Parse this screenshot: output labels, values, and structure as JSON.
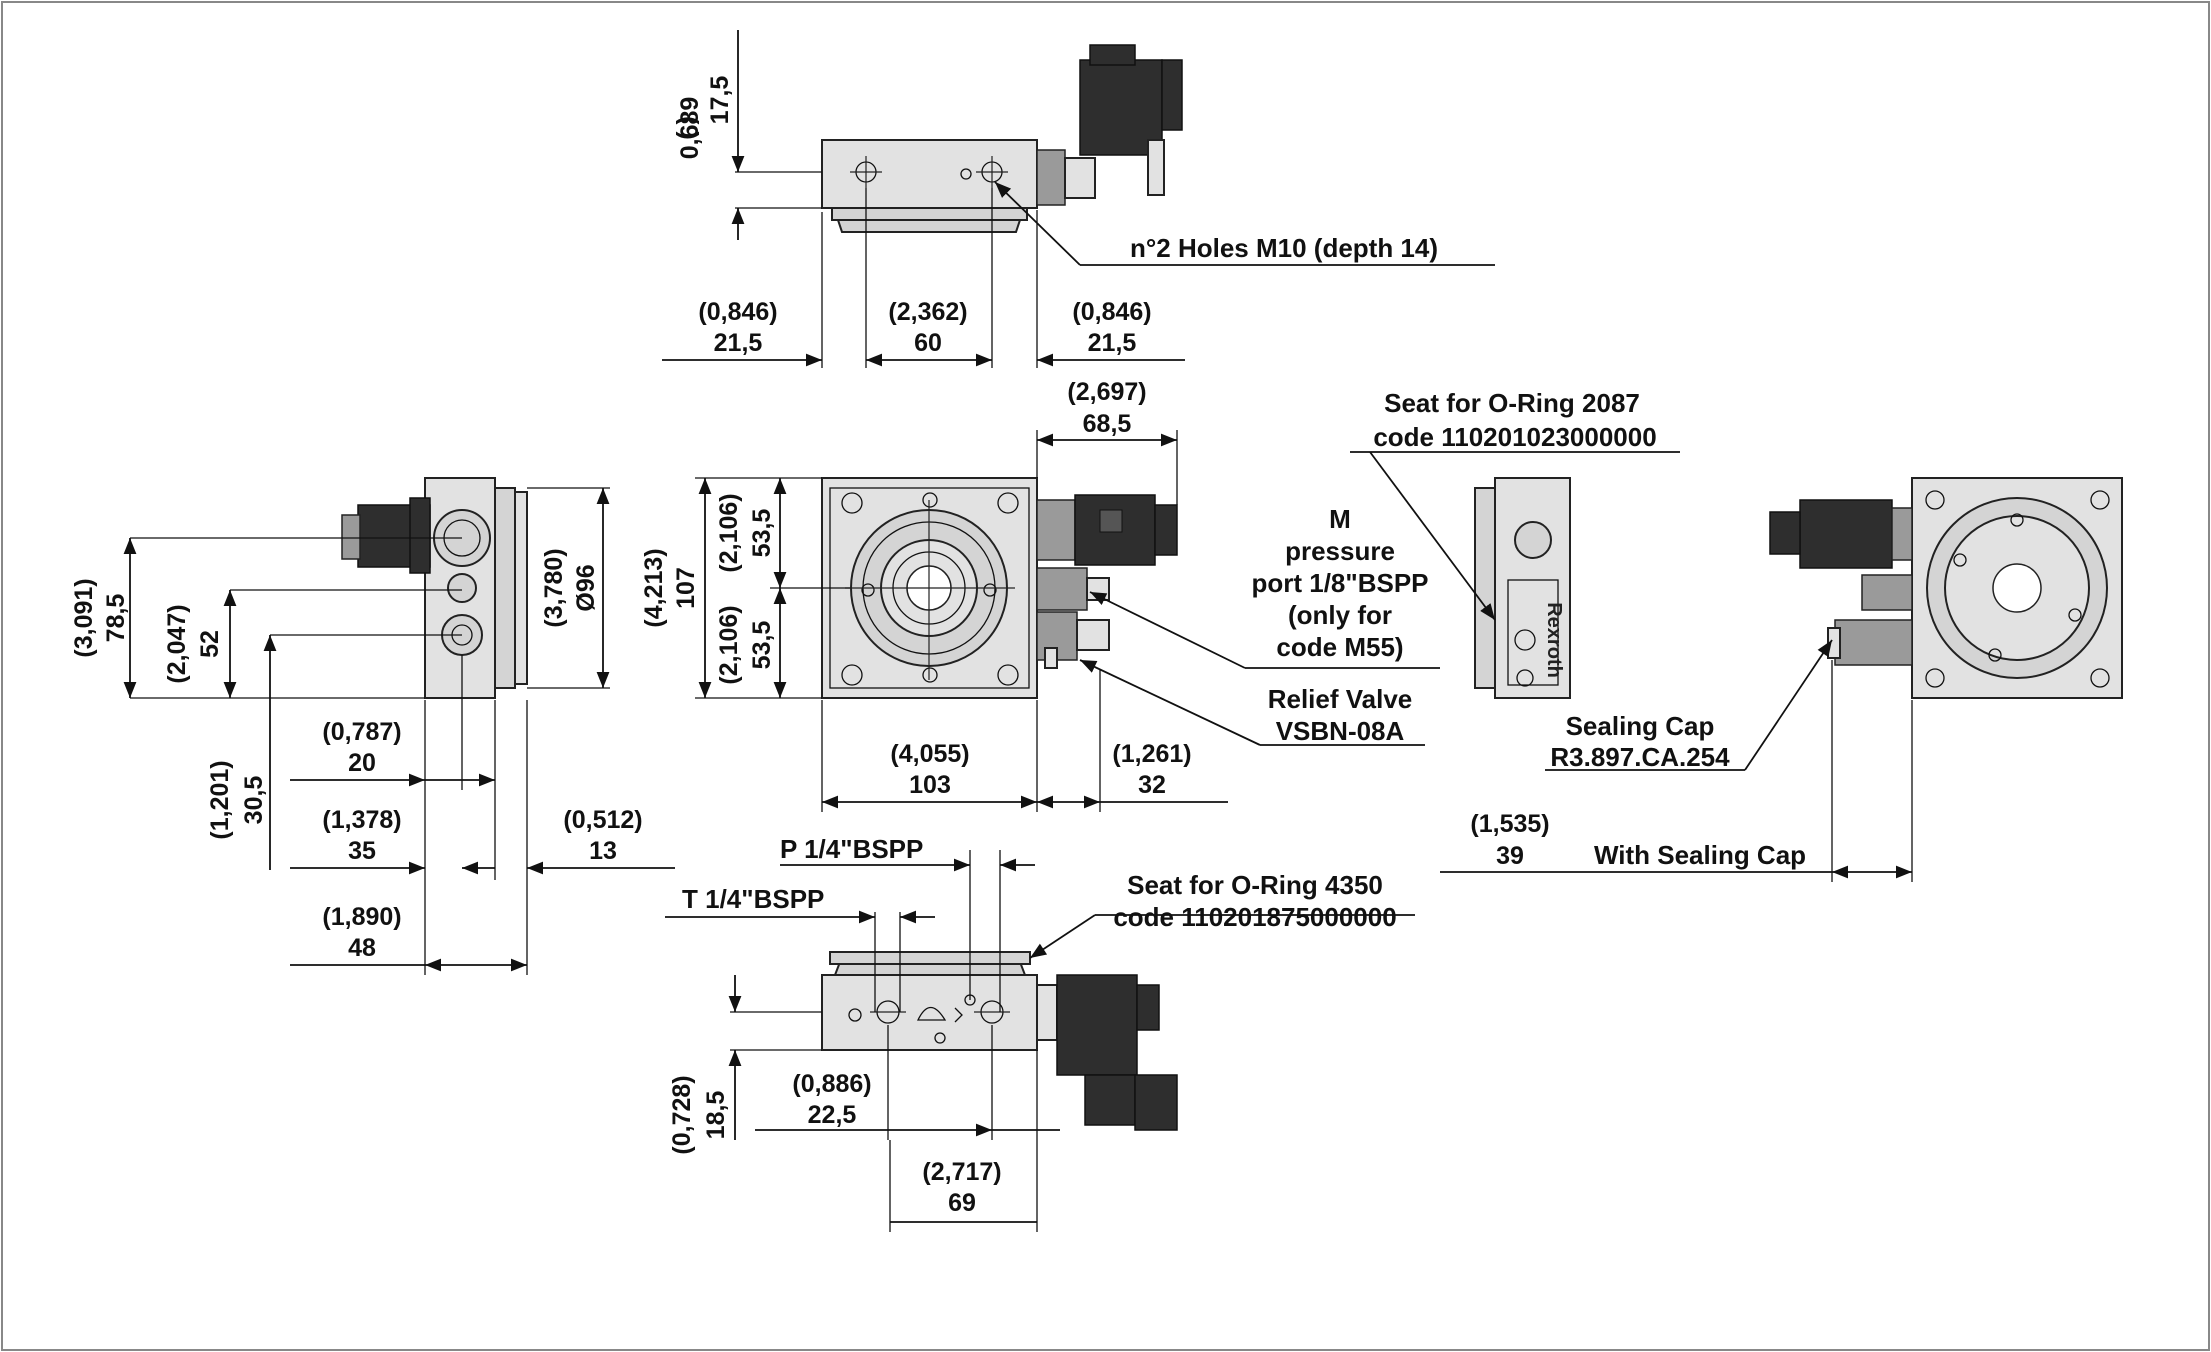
{
  "colors": {
    "line": "#111111",
    "body": "#e2e2e2",
    "coil": "#2e2e2e",
    "frame": "#888888"
  },
  "top_view": {
    "holes_label": "n°2 Holes M10 (depth 14)",
    "dim_height": {
      "inch": "0,689",
      "mm": "17,5"
    },
    "dim_left": {
      "inch": "0,846",
      "mm": "21,5"
    },
    "dim_mid": {
      "inch": "2,362",
      "mm": "60"
    },
    "dim_right": {
      "inch": "0,846",
      "mm": "21,5"
    }
  },
  "front_view": {
    "dim_coil": {
      "inch": "2,697",
      "mm": "68,5"
    },
    "dim_height": {
      "inch": "4,213",
      "mm": "107"
    },
    "dim_half_upper": {
      "inch": "2,106",
      "mm": "53,5"
    },
    "dim_half_lower": {
      "inch": "2,106",
      "mm": "53,5"
    },
    "dim_width": {
      "inch": "4,055",
      "mm": "103"
    },
    "dim_valve": {
      "inch": "1,261",
      "mm": "32"
    }
  },
  "side_view": {
    "dim_diameter": {
      "inch": "3,780",
      "mm": "Ø96"
    },
    "dim_a": {
      "inch": "3,091",
      "mm": "78,5"
    },
    "dim_b": {
      "inch": "2,047",
      "mm": "52"
    },
    "dim_c": {
      "inch": "1,201",
      "mm": "30,5"
    },
    "dim_d": {
      "inch": "0,787",
      "mm": "20"
    },
    "dim_e": {
      "inch": "1,378",
      "mm": "35"
    },
    "dim_f": {
      "inch": "0,512",
      "mm": "13"
    },
    "dim_g": {
      "inch": "1,890",
      "mm": "48"
    }
  },
  "bottom_view": {
    "p_port": "P 1/4\"BSPP",
    "t_port": "T 1/4\"BSPP",
    "oring_label": [
      "Seat for O-Ring 4350",
      "code 110201875000000"
    ],
    "dim_height": {
      "inch": "0,728",
      "mm": "18,5"
    },
    "dim_a": {
      "inch": "0,886",
      "mm": "22,5"
    },
    "dim_b": {
      "inch": "2,717",
      "mm": "69"
    }
  },
  "callouts": {
    "oring_2087": [
      "Seat for O-Ring 2087",
      "code 110201023000000"
    ],
    "m_port": [
      "M",
      "pressure",
      "port 1/8\"BSPP",
      "(only for",
      "code M55)"
    ],
    "relief_valve": [
      "Relief Valve",
      "VSBN-08A"
    ],
    "sealing_cap": [
      "Sealing Cap",
      "R3.897.CA.254"
    ]
  },
  "right_view": {
    "dim_cap": {
      "inch": "1,535",
      "mm": "39"
    },
    "with_cap": "With Sealing Cap",
    "plate_text": "Rexroth"
  }
}
